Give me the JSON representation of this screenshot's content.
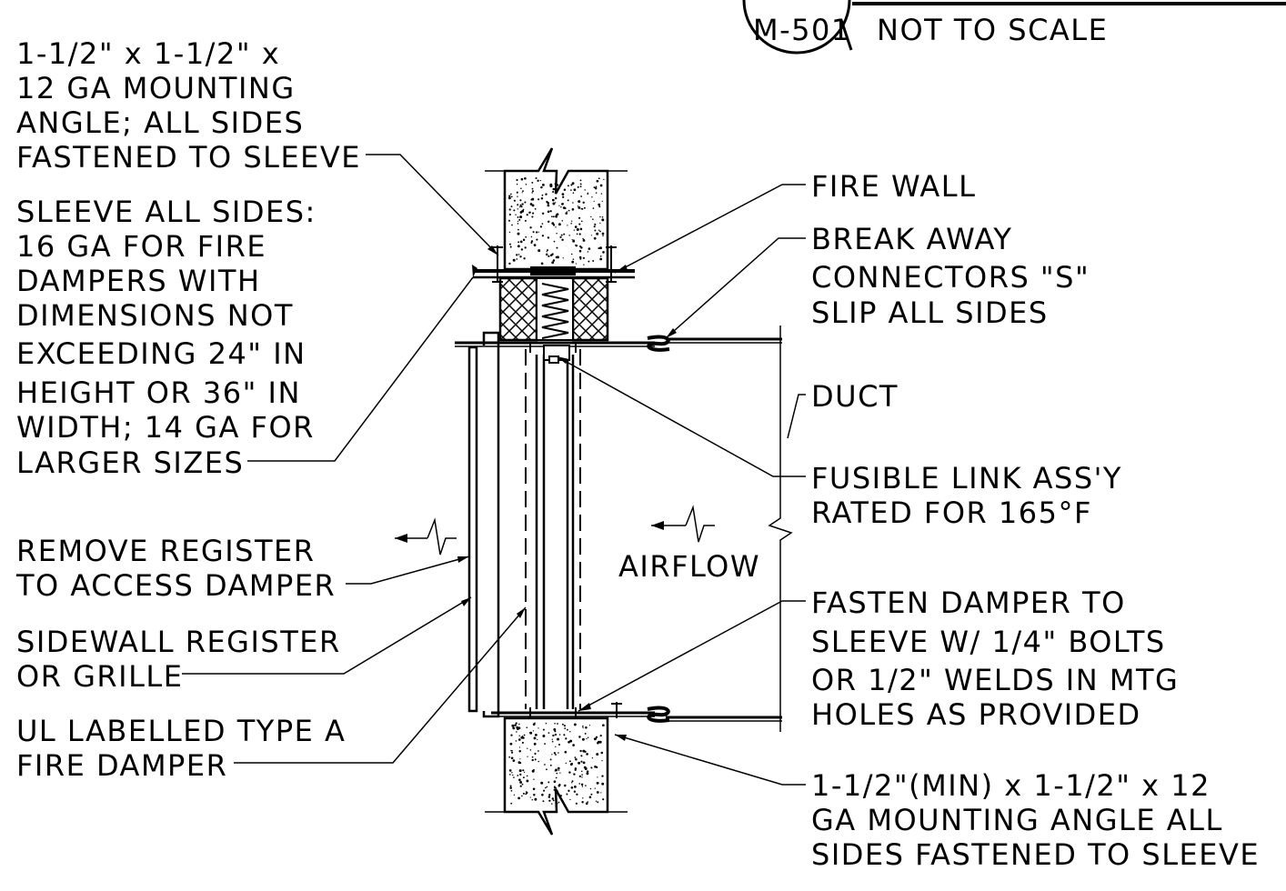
{
  "header": {
    "detail_ref": "M-501",
    "scale_note": "NOT TO SCALE"
  },
  "notes": {
    "mounting_angle_top": [
      "1-1/2\" x 1-1/2\" x",
      "12 GA MOUNTING",
      "ANGLE; ALL SIDES",
      "FASTENED TO SLEEVE"
    ],
    "sleeve": [
      "SLEEVE ALL SIDES:",
      "16 GA FOR FIRE",
      "DAMPERS WITH",
      "DIMENSIONS NOT",
      "EXCEEDING 24\" IN",
      "HEIGHT OR 36\" IN",
      "WIDTH; 14 GA FOR",
      "LARGER SIZES"
    ],
    "remove_register": [
      "REMOVE REGISTER",
      "TO ACCESS DAMPER"
    ],
    "sidewall_register": [
      "SIDEWALL REGISTER",
      "OR GRILLE"
    ],
    "fire_damper": [
      "UL LABELLED TYPE A",
      "FIRE DAMPER"
    ],
    "fire_wall": [
      "FIRE WALL"
    ],
    "break_away": [
      "BREAK AWAY",
      "CONNECTORS \"S\"",
      "SLIP ALL SIDES"
    ],
    "duct": [
      "DUCT"
    ],
    "fusible_link": [
      "FUSIBLE LINK ASS'Y",
      "RATED FOR 165°F"
    ],
    "airflow": [
      "AIRFLOW"
    ],
    "fasten_damper": [
      "FASTEN DAMPER TO",
      "SLEEVE W/ 1/4\" BOLTS",
      "OR 1/2\" WELDS IN  MTG",
      "HOLES AS PROVIDED"
    ],
    "mounting_angle_bottom": [
      "1-1/2\"(MIN) x 1-1/2\" x 12",
      "GA MOUNTING ANGLE ALL",
      "SIDES FASTENED TO SLEEVE"
    ]
  }
}
